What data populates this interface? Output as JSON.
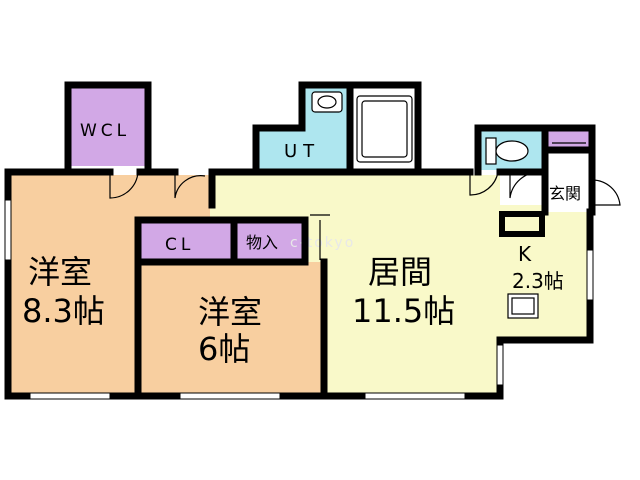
{
  "rooms": {
    "western_large": {
      "name": "洋室",
      "size": "8.3帖"
    },
    "western_small": {
      "name": "洋室",
      "size": "6帖"
    },
    "living": {
      "name": "居間",
      "size": "11.5帖"
    },
    "kitchen": {
      "name": "K",
      "size": "2.3帖"
    },
    "wcl": {
      "name": "WCL"
    },
    "ut": {
      "name": "UT"
    },
    "closet": {
      "name": "CL"
    },
    "storage": {
      "name": "物入"
    },
    "entrance": {
      "name": "玄関"
    }
  },
  "watermark": "c-tokyo",
  "colors": {
    "bedroom": "#f8cfa0",
    "living": "#f9f9c9",
    "closet": "#d2a8e6",
    "wet": "#aee6ef",
    "wall": "#000000"
  }
}
